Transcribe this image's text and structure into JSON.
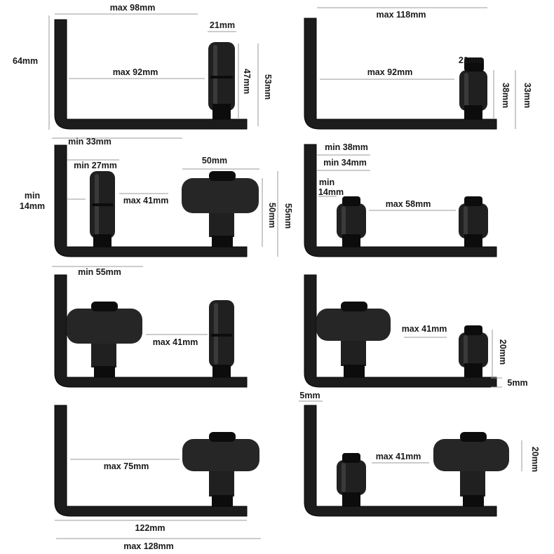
{
  "panels": [
    {
      "labels": {
        "width_max": "max 98mm",
        "height": "64mm",
        "roller_width": "21mm",
        "inner_max": "max 92mm",
        "roller_height": "47mm",
        "total_height": "53mm"
      }
    },
    {
      "labels": {
        "width_max": "max 118mm",
        "roller_width": "21mm",
        "inner_max": "max 92mm",
        "roller_height": "38mm",
        "total_height": "33mm"
      }
    },
    {
      "labels": {
        "min_outer": "min 33mm",
        "min_gap": "min 27mm",
        "wheel_width": "50mm",
        "min_side_1": "min",
        "min_side_2": "14mm",
        "max_gap": "max 41mm",
        "wheel_height": "50mm",
        "total_height": "55mm"
      }
    },
    {
      "labels": {
        "min_outer": "min 38mm",
        "min_mid": "min 34mm",
        "min_side_1": "min",
        "min_side_2": "14mm",
        "max_gap": "max 58mm"
      }
    },
    {
      "labels": {
        "min_outer": "min 55mm",
        "max_gap": "max 41mm"
      }
    },
    {
      "labels": {
        "max_gap": "max 41mm",
        "roller_height": "20mm",
        "base_thickness": "5mm"
      }
    },
    {
      "labels": {
        "max_gap": "max 75mm",
        "base_length": "122mm",
        "max_total": "max 128mm"
      }
    },
    {
      "labels": {
        "top_thickness": "5mm",
        "max_gap": "max 41mm",
        "wheel_height": "20mm"
      }
    }
  ]
}
